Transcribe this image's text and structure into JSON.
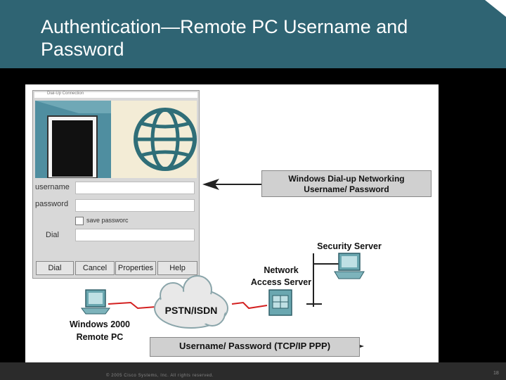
{
  "slide": {
    "title": "Authentication—Remote PC Username and Password",
    "copyright": "© 2005 Cisco Systems, Inc. All rights reserved.",
    "page_number": "18"
  },
  "dialog": {
    "labels": {
      "username": "username",
      "password": "password",
      "save_password": "save passworc",
      "dial": "Dial"
    },
    "buttons": {
      "dial": "Dial",
      "cancel": "Cancel",
      "properties": "Properties",
      "help": "Help"
    }
  },
  "diagram": {
    "win_dialup_line1": "Windows Dial-up Networking",
    "win_dialup_line2": "Username/ Password",
    "security_server": "Security Server",
    "nas_line1": "Network",
    "nas_line2": "Access Server",
    "cloud": "PSTN/ISDN",
    "remote_pc_line1": "Windows 2000",
    "remote_pc_line2": "Remote PC",
    "username_tcp": "Username/ Password (TCP/IP PPP)"
  },
  "colors": {
    "header": "#2f6473",
    "figure_box": "#d0d0d0",
    "lightning": "#d32020"
  }
}
